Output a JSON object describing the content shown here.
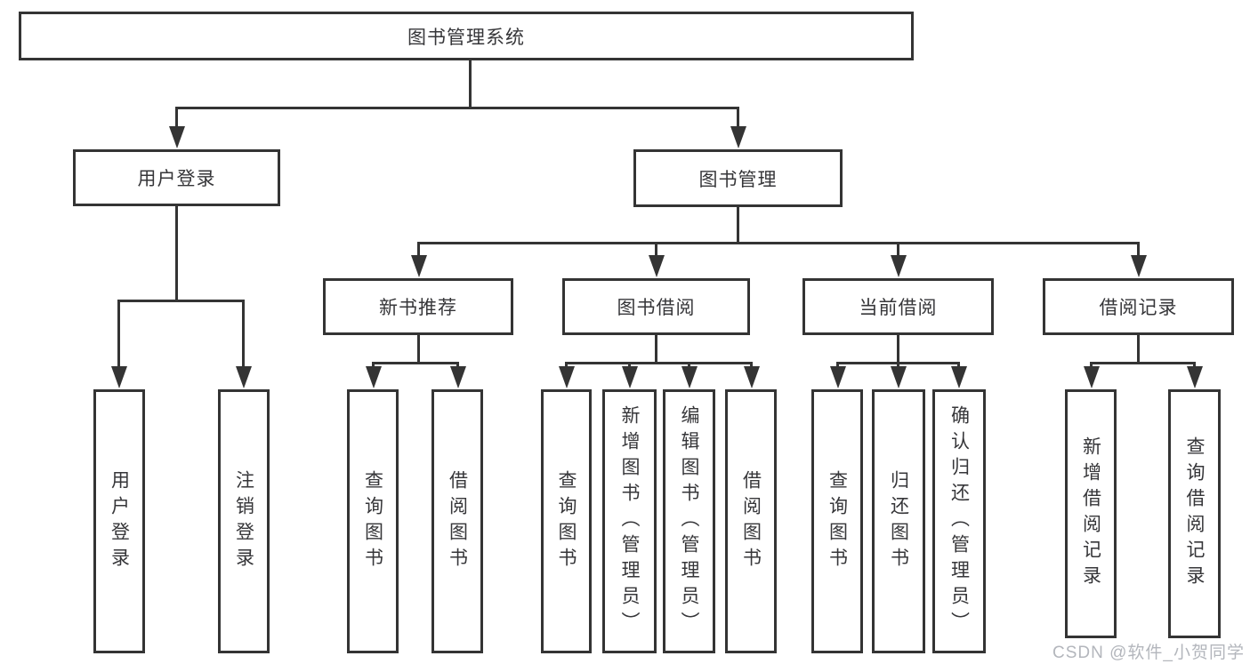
{
  "title": "图书管理系统",
  "level2": {
    "user_login": "用户登录",
    "book_mgmt": "图书管理"
  },
  "level3": {
    "new_books": "新书推荐",
    "book_borrow": "图书借阅",
    "current_borrow": "当前借阅",
    "borrow_records": "借阅记录"
  },
  "leaves": {
    "user_login": [
      "用户登录",
      "注销登录"
    ],
    "new_books": [
      "查询图书",
      "借阅图书"
    ],
    "book_borrow": [
      "查询图书",
      "新增图书（管理员）",
      "编辑图书（管理员）",
      "借阅图书"
    ],
    "current_borrow": [
      "查询图书",
      "归还图书",
      "确认归还（管理员）"
    ],
    "borrow_records": [
      "新增借阅记录",
      "查询借阅记录"
    ]
  },
  "watermark": "CSDN @软件_小贺同学",
  "colors": {
    "line": "#343434",
    "text": "#363639",
    "watermark": "#b3b6bc",
    "background": "#ffffff"
  }
}
